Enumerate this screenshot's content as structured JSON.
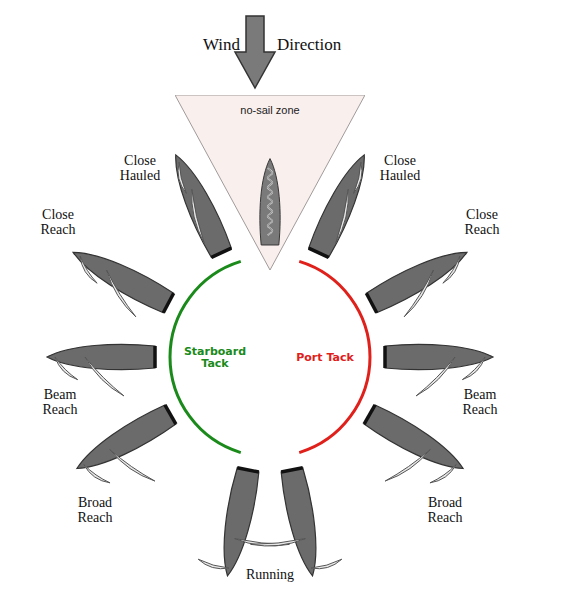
{
  "diagram": {
    "nodes": [
      {
        "text": [
          "no-sail zone"
        ]
      }
    ],
    "labels": [
      "Wind",
      "Direction",
      "Close Hauled",
      "Close Hauled",
      "Close Reach",
      "Close Reach",
      "Starboard Tack",
      "Port Tack",
      "Beam Reach",
      "Beam Reach",
      "Broad Reach",
      "Broad Reach",
      "Running"
    ]
  }
}
